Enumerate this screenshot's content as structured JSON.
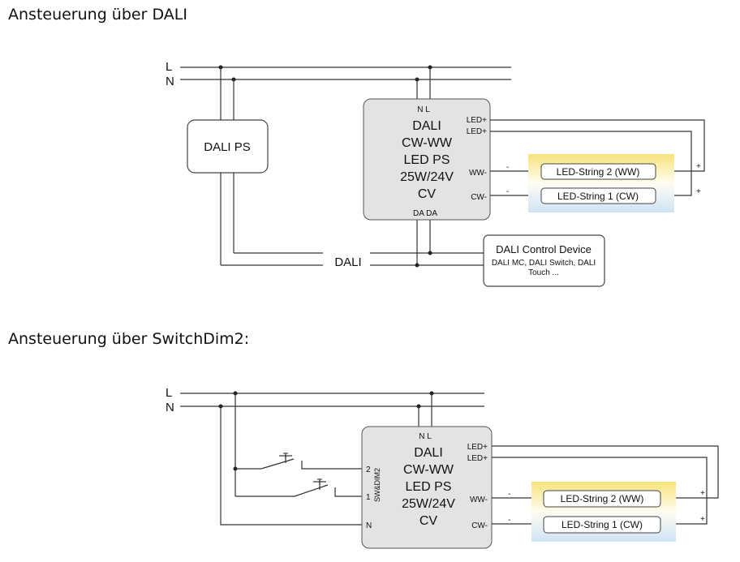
{
  "sections": [
    {
      "heading": "Ansteuerung über DALI",
      "mains": {
        "l": "L",
        "n": "N"
      },
      "dali_ps": "DALI PS",
      "bus_label": "DALI",
      "driver": {
        "top_terminals": "N L",
        "lines": [
          "DALI",
          "CW-WW",
          "LED PS",
          "25W/24V",
          "CV"
        ],
        "bottom_terminals": "DA DA",
        "led_plus_1": "LED+",
        "led_plus_2": "LED+",
        "ww": "WW-",
        "cw": "CW-"
      },
      "control": {
        "title": "DALI Control Device",
        "line2": "DALI MC, DALI Switch, DALI",
        "line3": "Touch ..."
      },
      "led_strings": {
        "ww": "LED-String 2 (WW)",
        "cw": "LED-String 1 (CW)",
        "minus": "-",
        "plus": "+"
      }
    },
    {
      "heading": "Ansteuerung über SwitchDim2:",
      "mains": {
        "l": "L",
        "n": "N"
      },
      "switch_symbol": "T",
      "driver": {
        "top_terminals": "N L",
        "lines": [
          "DALI",
          "CW-WW",
          "LED PS",
          "25W/24V",
          "CV"
        ],
        "side_label": "SW&DIM2",
        "pin2": "2",
        "pin1": "1",
        "pinN": "N",
        "led_plus_1": "LED+",
        "led_plus_2": "LED+",
        "ww": "WW-",
        "cw": "CW-"
      },
      "led_strings": {
        "ww": "LED-String 2 (WW)",
        "cw": "LED-String 1 (CW)",
        "minus": "-",
        "plus": "+"
      }
    }
  ],
  "colors": {
    "driver_fill": "#e3e3e3",
    "ww_glow": "#f7e37a",
    "cw_glow": "#cfe3f5"
  }
}
